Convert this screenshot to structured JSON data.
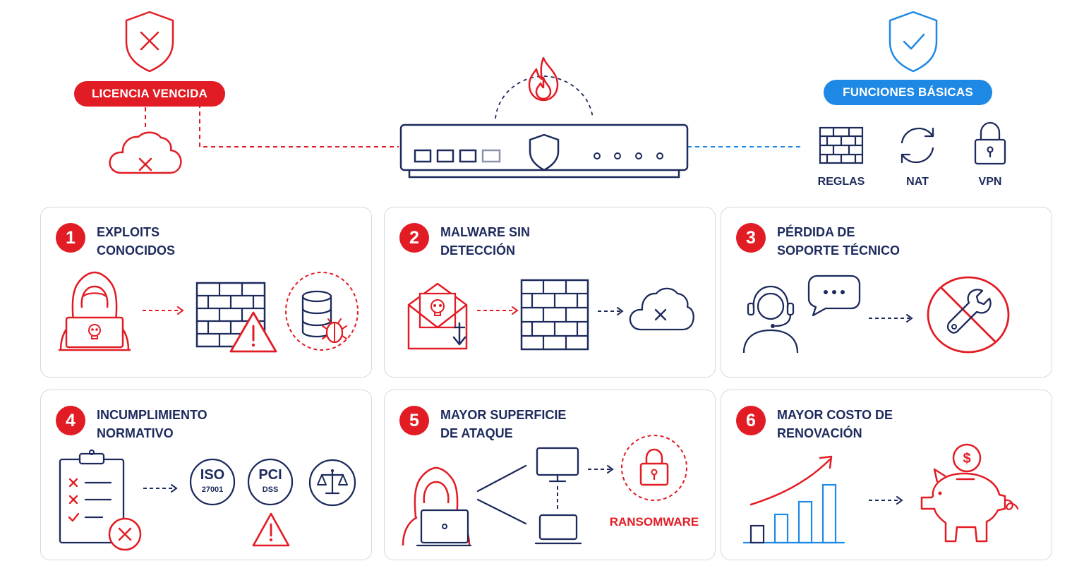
{
  "header": {
    "left_badge": "LICENCIA VENCIDA",
    "right_badge": "FUNCIONES BÁSICAS",
    "features": [
      {
        "label": "REGLAS",
        "icon": "firewall-icon"
      },
      {
        "label": "NAT",
        "icon": "sync-icon"
      },
      {
        "label": "VPN",
        "icon": "padlock-icon"
      }
    ]
  },
  "cards": [
    {
      "number": "1",
      "title_line1": "EXPLOITS",
      "title_line2": "CONOCIDOS"
    },
    {
      "number": "2",
      "title_line1": "MALWARE SIN",
      "title_line2": "DETECCIÓN"
    },
    {
      "number": "3",
      "title_line1": "PÉRDIDA DE",
      "title_line2": "SOPORTE TÉCNICO"
    },
    {
      "number": "4",
      "title_line1": "INCUMPLIMIENTO",
      "title_line2": "NORMATIVO"
    },
    {
      "number": "5",
      "title_line1": "MAYOR SUPERFICIE",
      "title_line2": "DE ATAQUE"
    },
    {
      "number": "6",
      "title_line1": "MAYOR COSTO DE",
      "title_line2": "RENOVACIÓN"
    }
  ],
  "compliance": {
    "iso": "ISO",
    "iso_code": "27001",
    "pci": "PCI",
    "pci_code": "DSS"
  },
  "ransomware_label": "RANSOMWARE",
  "currency_symbol": "$",
  "colors": {
    "red": "#e21c24",
    "navy": "#1d2a5c",
    "blue": "#1e88e5",
    "border": "#d3d8e2"
  }
}
